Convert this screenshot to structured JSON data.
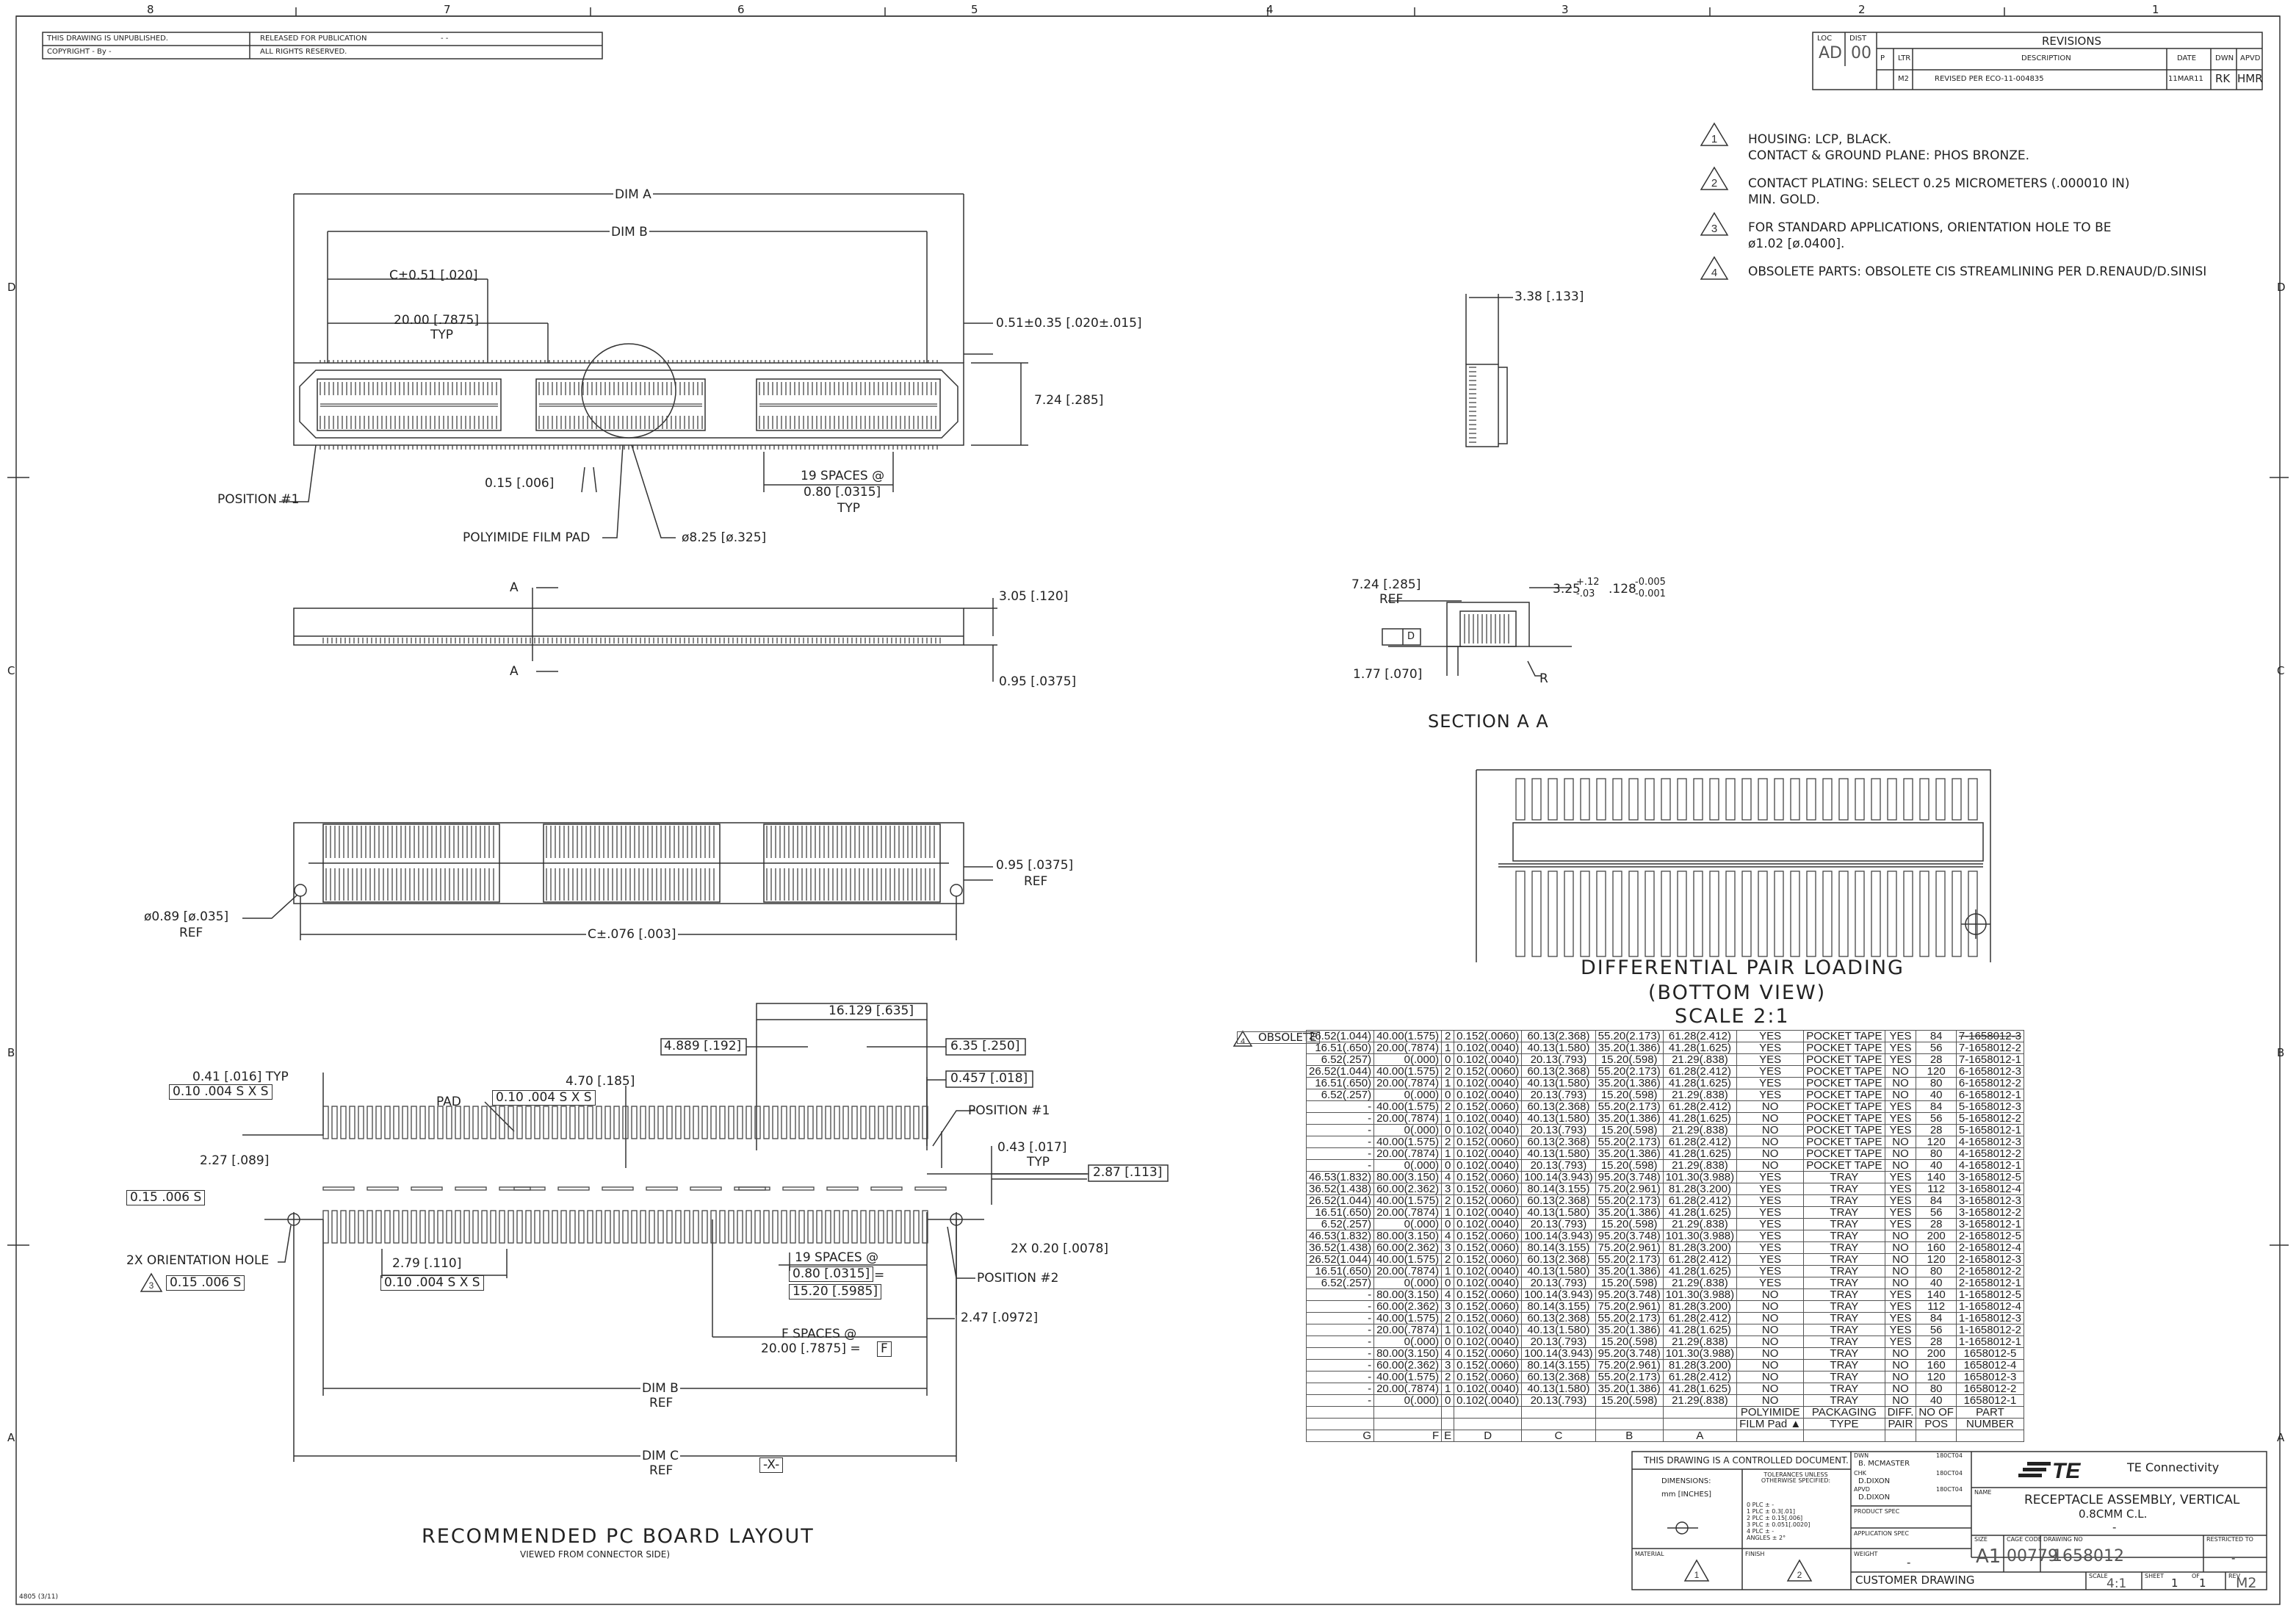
{
  "zone_cols": [
    "8",
    "7",
    "6",
    "5",
    "4",
    "3",
    "2",
    "1"
  ],
  "zone_rows": [
    "D",
    "C",
    "B",
    "A"
  ],
  "header": {
    "unpublished": "THIS DRAWING IS UNPUBLISHED.",
    "copyright": "COPYRIGHT  -   By -",
    "released": "RELEASED FOR PUBLICATION",
    "rights": "ALL RIGHTS RESERVED.",
    "dash": "- -"
  },
  "revisions": {
    "title": "REVISIONS",
    "loc_label": "LOC",
    "dist_label": "DIST",
    "loc": "AD",
    "dist": "00",
    "p_label": "P",
    "ltr_label": "LTR",
    "desc_label": "DESCRIPTION",
    "date_label": "DATE",
    "dwn_label": "DWN",
    "apvd_label": "APVD",
    "ltr": "M2",
    "desc": "REVISED PER ECO-11-004835",
    "date": "11MAR11",
    "dwn": "RK",
    "apvd": "HMR"
  },
  "notes": [
    {
      "num": "1",
      "lines": [
        "HOUSING: LCP, BLACK.",
        "CONTACT & GROUND PLANE: PHOS BRONZE."
      ]
    },
    {
      "num": "2",
      "lines": [
        "CONTACT PLATING: SELECT 0.25 MICROMETERS (.000010 IN)",
        "MIN. GOLD."
      ]
    },
    {
      "num": "3",
      "lines": [
        "FOR STANDARD APPLICATIONS, ORIENTATION HOLE TO BE",
        "ø1.02 [ø.0400]."
      ]
    },
    {
      "num": "4",
      "lines": [
        "OBSOLETE PARTS: OBSOLETE CIS STREAMLINING PER D.RENAUD/D.SINISI"
      ]
    }
  ],
  "top_view": {
    "dim_a": "DIM A",
    "dim_b": "DIM B",
    "c_tol": "C±0.51 [.020]",
    "pitch": "20.00 [.7875]",
    "typ": "TYP",
    "offset": "0.51±0.35 [.020±.015]",
    "height": "7.24 [.285]",
    "position1": "POSITION #1",
    "pad_gap": "0.15 [.006]",
    "spaces": "19 SPACES @",
    "spaces_val": "0.80 [.0315]",
    "film_pad": "POLYIMIDE FILM PAD",
    "dia": "ø8.25 [ø.325]"
  },
  "side_view": {
    "a_top": "A",
    "a_bot": "A",
    "h1": "3.05 [.120]",
    "h2": "0.95 [.0375]"
  },
  "bottom_view": {
    "hole": "ø0.89 [ø.035]",
    "ref": "REF",
    "right": "0.95 [.0375]",
    "c_tol": "C±.076 [.003]"
  },
  "end_view": {
    "width": "3.38 [.133]"
  },
  "section": {
    "ref_h": "7.24 [.285]",
    "ref": "REF",
    "gap": "1.77 [.070]",
    "datum": "D",
    "dim": "3.25",
    "tol_up": "+.12",
    "tol_dn": "-.03",
    "inch": ".128",
    "inch_up": "-0.005",
    "inch_dn": "-0.001",
    "r": "R",
    "title": "SECTION  A  A"
  },
  "diff_view": {
    "title1": "DIFFERENTIAL PAIR LOADING",
    "title2": "(BOTTOM VIEW)",
    "scale": "SCALE 2:1"
  },
  "pcb": {
    "title": "RECOMMENDED PC BOARD LAYOUT",
    "subtitle": "VIEWED FROM CONNECTOR SIDE)",
    "d16129": "16.129 [.635]",
    "d4889": "4.889 [.192]",
    "d635": "6.35 [.250]",
    "d0457": "0.457 [.018]",
    "d041": "0.41 [.016] TYP",
    "fcf1": "0.10 .004 S X S",
    "d470": "4.70 [.185]",
    "pad": "PAD",
    "fcf2": "0.10 .004 S X S",
    "pos1": "POSITION #1",
    "d043": "0.43 [.017]",
    "typ": "TYP",
    "d227": "2.27 [.089]",
    "d287": "2.87 [.113]",
    "fcf3": "0.15 .006 S",
    "orient": "2X ORIENTATION HOLE",
    "fcf4": "0.15 .006 S",
    "d279": "2.79 [.110]",
    "fcf5": "0.10 .004 S X S",
    "spaces": "19 SPACES @",
    "sp1": "0.80 [.0315]",
    "eq": "=",
    "sp2": "15.20 [.5985]",
    "d2x": "2X 0.20 [.0078]",
    "pos2": "POSITION #2",
    "d247": "2.47 [.0972]",
    "fspaces": "F SPACES @",
    "fval": "20.00 [.7875] =",
    "f": "F",
    "dimb": "DIM B",
    "ref": "REF",
    "dimc": "DIM C",
    "ref2": "REF",
    "x": "-X-"
  },
  "table": {
    "obsolete": "OBSOLETE",
    "rows": [
      [
        "26.52(1.044)",
        "40.00(1.575)",
        "2",
        "0.152(.0060)",
        "60.13(2.368)",
        "55.20(2.173)",
        "61.28(2.412)",
        "YES",
        "POCKET TAPE",
        "YES",
        "84",
        "7-1658012-3"
      ],
      [
        "16.51(.650)",
        "20.00(.7874)",
        "1",
        "0.102(.0040)",
        "40.13(1.580)",
        "35.20(1.386)",
        "41.28(1.625)",
        "YES",
        "POCKET TAPE",
        "YES",
        "56",
        "7-1658012-2"
      ],
      [
        "6.52(.257)",
        "0(.000)",
        "0",
        "0.102(.0040)",
        "20.13(.793)",
        "15.20(.598)",
        "21.29(.838)",
        "YES",
        "POCKET TAPE",
        "YES",
        "28",
        "7-1658012-1"
      ],
      [
        "26.52(1.044)",
        "40.00(1.575)",
        "2",
        "0.152(.0060)",
        "60.13(2.368)",
        "55.20(2.173)",
        "61.28(2.412)",
        "YES",
        "POCKET TAPE",
        "NO",
        "120",
        "6-1658012-3"
      ],
      [
        "16.51(.650)",
        "20.00(.7874)",
        "1",
        "0.102(.0040)",
        "40.13(1.580)",
        "35.20(1.386)",
        "41.28(1.625)",
        "YES",
        "POCKET TAPE",
        "NO",
        "80",
        "6-1658012-2"
      ],
      [
        "6.52(.257)",
        "0(.000)",
        "0",
        "0.102(.0040)",
        "20.13(.793)",
        "15.20(.598)",
        "21.29(.838)",
        "YES",
        "POCKET TAPE",
        "NO",
        "40",
        "6-1658012-1"
      ],
      [
        "-",
        "40.00(1.575)",
        "2",
        "0.152(.0060)",
        "60.13(2.368)",
        "55.20(2.173)",
        "61.28(2.412)",
        "NO",
        "POCKET TAPE",
        "YES",
        "84",
        "5-1658012-3"
      ],
      [
        "-",
        "20.00(.7874)",
        "1",
        "0.102(.0040)",
        "40.13(1.580)",
        "35.20(1.386)",
        "41.28(1.625)",
        "NO",
        "POCKET TAPE",
        "YES",
        "56",
        "5-1658012-2"
      ],
      [
        "-",
        "0(.000)",
        "0",
        "0.102(.0040)",
        "20.13(.793)",
        "15.20(.598)",
        "21.29(.838)",
        "NO",
        "POCKET TAPE",
        "YES",
        "28",
        "5-1658012-1"
      ],
      [
        "-",
        "40.00(1.575)",
        "2",
        "0.152(.0060)",
        "60.13(2.368)",
        "55.20(2.173)",
        "61.28(2.412)",
        "NO",
        "POCKET TAPE",
        "NO",
        "120",
        "4-1658012-3"
      ],
      [
        "-",
        "20.00(.7874)",
        "1",
        "0.102(.0040)",
        "40.13(1.580)",
        "35.20(1.386)",
        "41.28(1.625)",
        "NO",
        "POCKET TAPE",
        "NO",
        "80",
        "4-1658012-2"
      ],
      [
        "-",
        "0(.000)",
        "0",
        "0.102(.0040)",
        "20.13(.793)",
        "15.20(.598)",
        "21.29(.838)",
        "NO",
        "POCKET TAPE",
        "NO",
        "40",
        "4-1658012-1"
      ],
      [
        "46.53(1.832)",
        "80.00(3.150)",
        "4",
        "0.152(.0060)",
        "100.14(3.943)",
        "95.20(3.748)",
        "101.30(3.988)",
        "YES",
        "TRAY",
        "YES",
        "140",
        "3-1658012-5"
      ],
      [
        "36.52(1.438)",
        "60.00(2.362)",
        "3",
        "0.152(.0060)",
        "80.14(3.155)",
        "75.20(2.961)",
        "81.28(3.200)",
        "YES",
        "TRAY",
        "YES",
        "112",
        "3-1658012-4"
      ],
      [
        "26.52(1.044)",
        "40.00(1.575)",
        "2",
        "0.152(.0060)",
        "60.13(2.368)",
        "55.20(2.173)",
        "61.28(2.412)",
        "YES",
        "TRAY",
        "YES",
        "84",
        "3-1658012-3"
      ],
      [
        "16.51(.650)",
        "20.00(.7874)",
        "1",
        "0.102(.0040)",
        "40.13(1.580)",
        "35.20(1.386)",
        "41.28(1.625)",
        "YES",
        "TRAY",
        "YES",
        "56",
        "3-1658012-2"
      ],
      [
        "6.52(.257)",
        "0(.000)",
        "0",
        "0.102(.0040)",
        "20.13(.793)",
        "15.20(.598)",
        "21.29(.838)",
        "YES",
        "TRAY",
        "YES",
        "28",
        "3-1658012-1"
      ],
      [
        "46.53(1.832)",
        "80.00(3.150)",
        "4",
        "0.152(.0060)",
        "100.14(3.943)",
        "95.20(3.748)",
        "101.30(3.988)",
        "YES",
        "TRAY",
        "NO",
        "200",
        "2-1658012-5"
      ],
      [
        "36.52(1.438)",
        "60.00(2.362)",
        "3",
        "0.152(.0060)",
        "80.14(3.155)",
        "75.20(2.961)",
        "81.28(3.200)",
        "YES",
        "TRAY",
        "NO",
        "160",
        "2-1658012-4"
      ],
      [
        "26.52(1.044)",
        "40.00(1.575)",
        "2",
        "0.152(.0060)",
        "60.13(2.368)",
        "55.20(2.173)",
        "61.28(2.412)",
        "YES",
        "TRAY",
        "NO",
        "120",
        "2-1658012-3"
      ],
      [
        "16.51(.650)",
        "20.00(.7874)",
        "1",
        "0.102(.0040)",
        "40.13(1.580)",
        "35.20(1.386)",
        "41.28(1.625)",
        "YES",
        "TRAY",
        "NO",
        "80",
        "2-1658012-2"
      ],
      [
        "6.52(.257)",
        "0(.000)",
        "0",
        "0.102(.0040)",
        "20.13(.793)",
        "15.20(.598)",
        "21.29(.838)",
        "YES",
        "TRAY",
        "NO",
        "40",
        "2-1658012-1"
      ],
      [
        "-",
        "80.00(3.150)",
        "4",
        "0.152(.0060)",
        "100.14(3.943)",
        "95.20(3.748)",
        "101.30(3.988)",
        "NO",
        "TRAY",
        "YES",
        "140",
        "1-1658012-5"
      ],
      [
        "-",
        "60.00(2.362)",
        "3",
        "0.152(.0060)",
        "80.14(3.155)",
        "75.20(2.961)",
        "81.28(3.200)",
        "NO",
        "TRAY",
        "YES",
        "112",
        "1-1658012-4"
      ],
      [
        "-",
        "40.00(1.575)",
        "2",
        "0.152(.0060)",
        "60.13(2.368)",
        "55.20(2.173)",
        "61.28(2.412)",
        "NO",
        "TRAY",
        "YES",
        "84",
        "1-1658012-3"
      ],
      [
        "-",
        "20.00(.7874)",
        "1",
        "0.102(.0040)",
        "40.13(1.580)",
        "35.20(1.386)",
        "41.28(1.625)",
        "NO",
        "TRAY",
        "YES",
        "56",
        "1-1658012-2"
      ],
      [
        "-",
        "0(.000)",
        "0",
        "0.102(.0040)",
        "20.13(.793)",
        "15.20(.598)",
        "21.29(.838)",
        "NO",
        "TRAY",
        "YES",
        "28",
        "1-1658012-1"
      ],
      [
        "-",
        "80.00(3.150)",
        "4",
        "0.152(.0060)",
        "100.14(3.943)",
        "95.20(3.748)",
        "101.30(3.988)",
        "NO",
        "TRAY",
        "NO",
        "200",
        "1658012-5"
      ],
      [
        "-",
        "60.00(2.362)",
        "3",
        "0.152(.0060)",
        "80.14(3.155)",
        "75.20(2.961)",
        "81.28(3.200)",
        "NO",
        "TRAY",
        "NO",
        "160",
        "1658012-4"
      ],
      [
        "-",
        "40.00(1.575)",
        "2",
        "0.152(.0060)",
        "60.13(2.368)",
        "55.20(2.173)",
        "61.28(2.412)",
        "NO",
        "TRAY",
        "NO",
        "120",
        "1658012-3"
      ],
      [
        "-",
        "20.00(.7874)",
        "1",
        "0.102(.0040)",
        "40.13(1.580)",
        "35.20(1.386)",
        "41.28(1.625)",
        "NO",
        "TRAY",
        "NO",
        "80",
        "1658012-2"
      ],
      [
        "-",
        "0(.000)",
        "0",
        "0.102(.0040)",
        "20.13(.793)",
        "15.20(.598)",
        "21.29(.838)",
        "NO",
        "TRAY",
        "NO",
        "40",
        "1658012-1"
      ]
    ],
    "footer_top": [
      "",
      "",
      "",
      "",
      "",
      "",
      "",
      "POLYIMIDE",
      "PACKAGING",
      "DIFF.",
      "NO OF",
      "PART"
    ],
    "footer_bot": [
      "",
      "",
      "",
      "",
      "",
      "",
      "",
      "FILM Pad ▲",
      "TYPE",
      "PAIR",
      "POS",
      "NUMBER"
    ],
    "letters": [
      "G",
      "F",
      "E",
      "D",
      "C",
      "B",
      "A",
      "",
      "",
      "",
      "",
      ""
    ]
  },
  "title_block": {
    "controlled": "THIS DRAWING IS A CONTROLLED DOCUMENT.",
    "dwn_label": "DWN",
    "dwn": "B. MCMASTER",
    "dwn_date": "180CT04",
    "chk_label": "CHK",
    "chk": "D.DIXON",
    "chk_date": "180CT04",
    "apvd_label": "APVD",
    "apvd": "D.DIXON",
    "apvd_date": "180CT04",
    "dimensions": "DIMENSIONS:",
    "units": "mm [INCHES]",
    "tolerances": "TOLERANCES UNLESS OTHERWISE SPECIFIED:",
    "tol_lines": [
      "0 PLC    ± -",
      "1 PLC    ± 0.3[.01]",
      "2 PLC    ± 0.15[.006]",
      "3 PLC    ± 0.051[.0020]",
      "4 PLC    ± -",
      "ANGLES   ± 2°"
    ],
    "product_spec": "PRODUCT SPEC",
    "application_spec": "APPLICATION SPEC",
    "weight": "WEIGHT",
    "weight_val": "-",
    "material": "MATERIAL",
    "finish": "FINISH",
    "mat_num": "1",
    "fin_num": "2",
    "company": "TE Connectivity",
    "name_label": "NAME",
    "name1": "RECEPTACLE ASSEMBLY, VERTICAL",
    "name2": "0.8CMM C.L.",
    "name3": "-",
    "size_label": "SIZE",
    "size": "A1",
    "cage_label": "CAGE CODE",
    "cage": "00779",
    "dwg_label": "DRAWING NO",
    "dwg": "1658012",
    "restricted_label": "RESTRICTED TO",
    "restricted": "-",
    "customer": "CUSTOMER DRAWING",
    "scale_label": "SCALE",
    "scale": "4:1",
    "sheet_label": "SHEET",
    "sheet": "1",
    "of_label": "OF",
    "of": "1",
    "rev_label": "REV",
    "rev": "M2"
  },
  "corner": "4805 (3/11)"
}
